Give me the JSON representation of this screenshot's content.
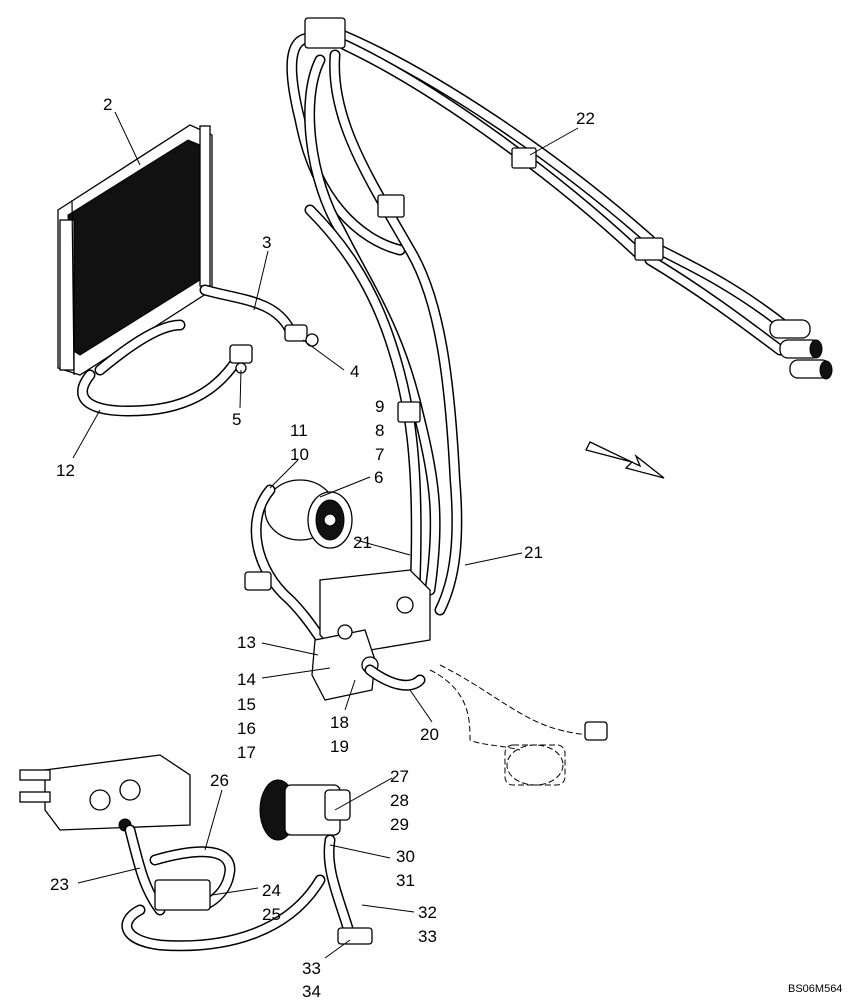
{
  "callouts": {
    "c2": "2",
    "c3": "3",
    "c4": "4",
    "c5": "5",
    "c6": "6",
    "c7": "7",
    "c8": "8",
    "c9": "9",
    "c10": "10",
    "c11": "11",
    "c12": "12",
    "c13": "13",
    "c14": "14",
    "c15": "15",
    "c16": "16",
    "c17": "17",
    "c18": "18",
    "c19": "19",
    "c20": "20",
    "c21a": "21",
    "c21b": "21",
    "c22": "22",
    "c23": "23",
    "c24": "24",
    "c25": "25",
    "c26": "26",
    "c27": "27",
    "c28": "28",
    "c29": "29",
    "c30": "30",
    "c31": "31",
    "c32": "32",
    "c33a": "33",
    "c33b": "33",
    "c34": "34"
  },
  "reference_code": "BS06M564"
}
